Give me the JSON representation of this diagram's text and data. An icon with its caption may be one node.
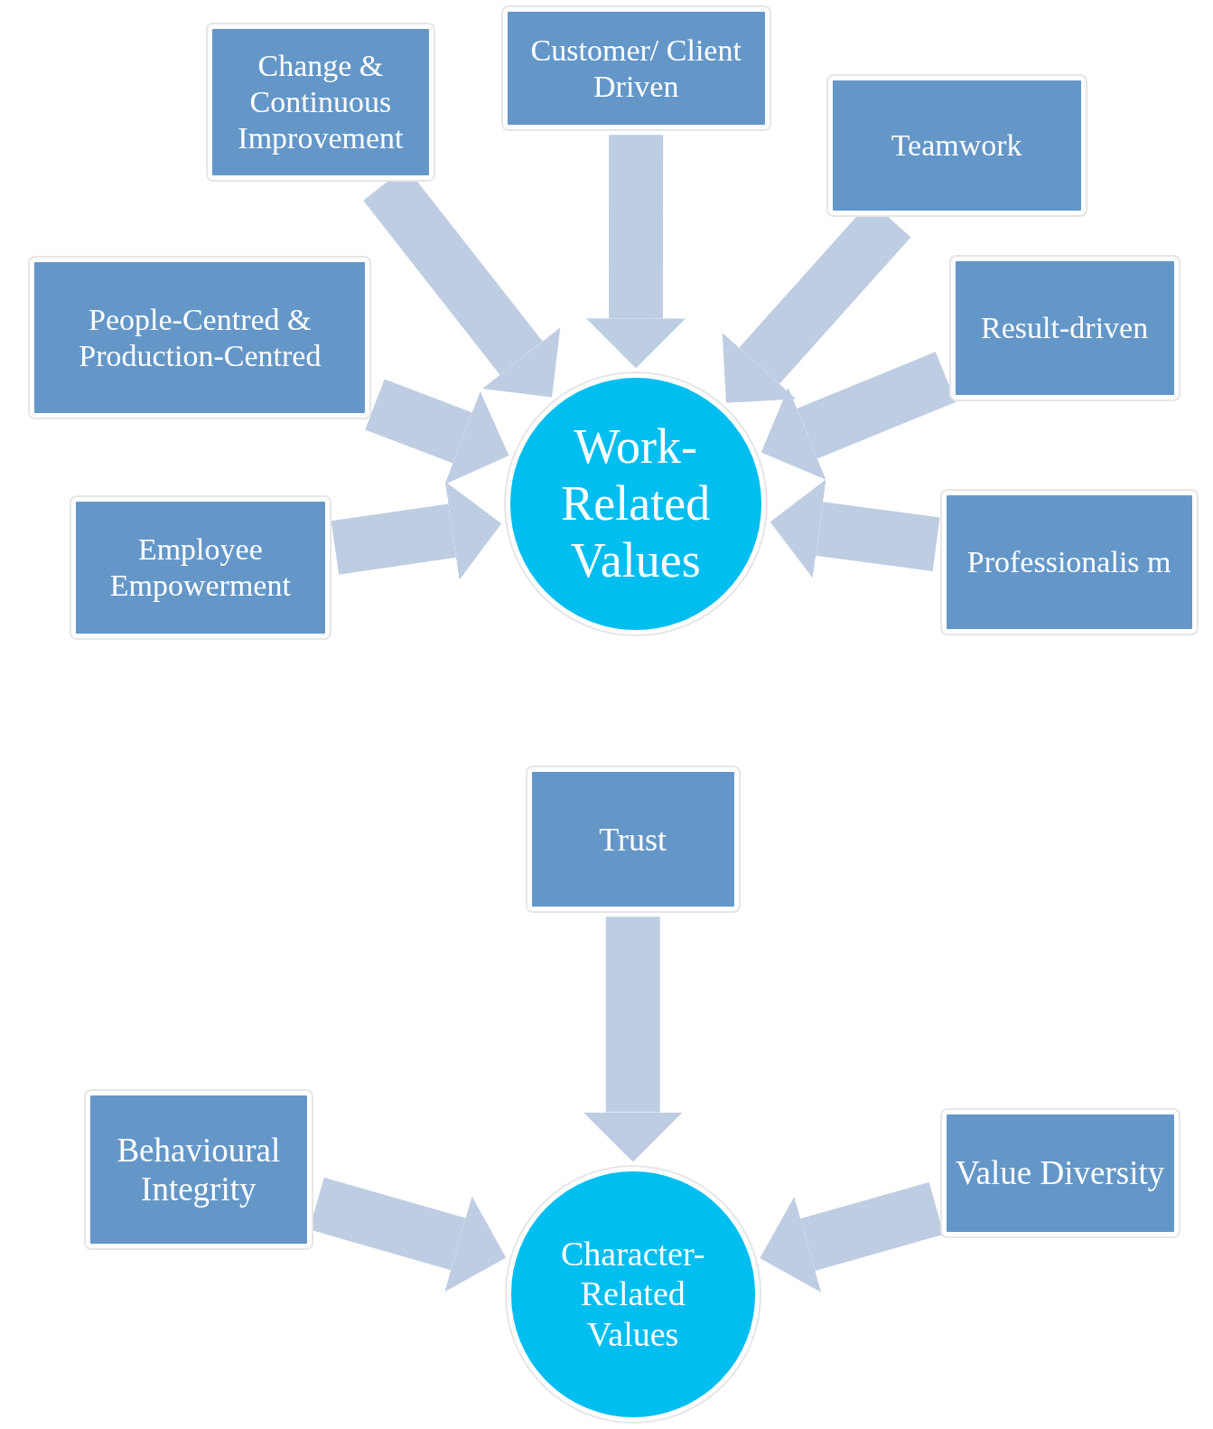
{
  "diagram": {
    "nodes": [
      {
        "text": [
          "Change & Continuous Improvement"
        ]
      },
      {
        "text": [
          "Customer/ Client Driven"
        ]
      },
      {
        "text": [
          "Teamwork"
        ]
      },
      {
        "text": [
          "People-Centred & Production-Centred"
        ]
      },
      {
        "text": [
          "Result-driven"
        ]
      },
      {
        "text": [
          "Work-Related Values"
        ]
      },
      {
        "text": [
          "Employee Empowerment"
        ]
      },
      {
        "text": [
          "Professionalis m"
        ]
      },
      {
        "text": [
          "Trust"
        ]
      },
      {
        "text": [
          "Behavioural Integrity"
        ]
      },
      {
        "text": [
          "Character-Related Values"
        ]
      },
      {
        "text": [
          "Value Diversity"
        ]
      }
    ],
    "edges": [
      {
        "from": 0,
        "to": 5,
        "arrow": "to"
      },
      {
        "from": 1,
        "to": 5,
        "arrow": "to"
      },
      {
        "from": 2,
        "to": 5,
        "arrow": "to"
      },
      {
        "from": 3,
        "to": 5,
        "arrow": "to"
      },
      {
        "from": 4,
        "to": 5,
        "arrow": "to"
      },
      {
        "from": 6,
        "to": 5,
        "arrow": "to"
      },
      {
        "from": 7,
        "to": 5,
        "arrow": "to"
      },
      {
        "from": 8,
        "to": 10,
        "arrow": "to"
      },
      {
        "from": 9,
        "to": 10,
        "arrow": "to"
      },
      {
        "from": 11,
        "to": 10,
        "arrow": "to"
      }
    ]
  }
}
